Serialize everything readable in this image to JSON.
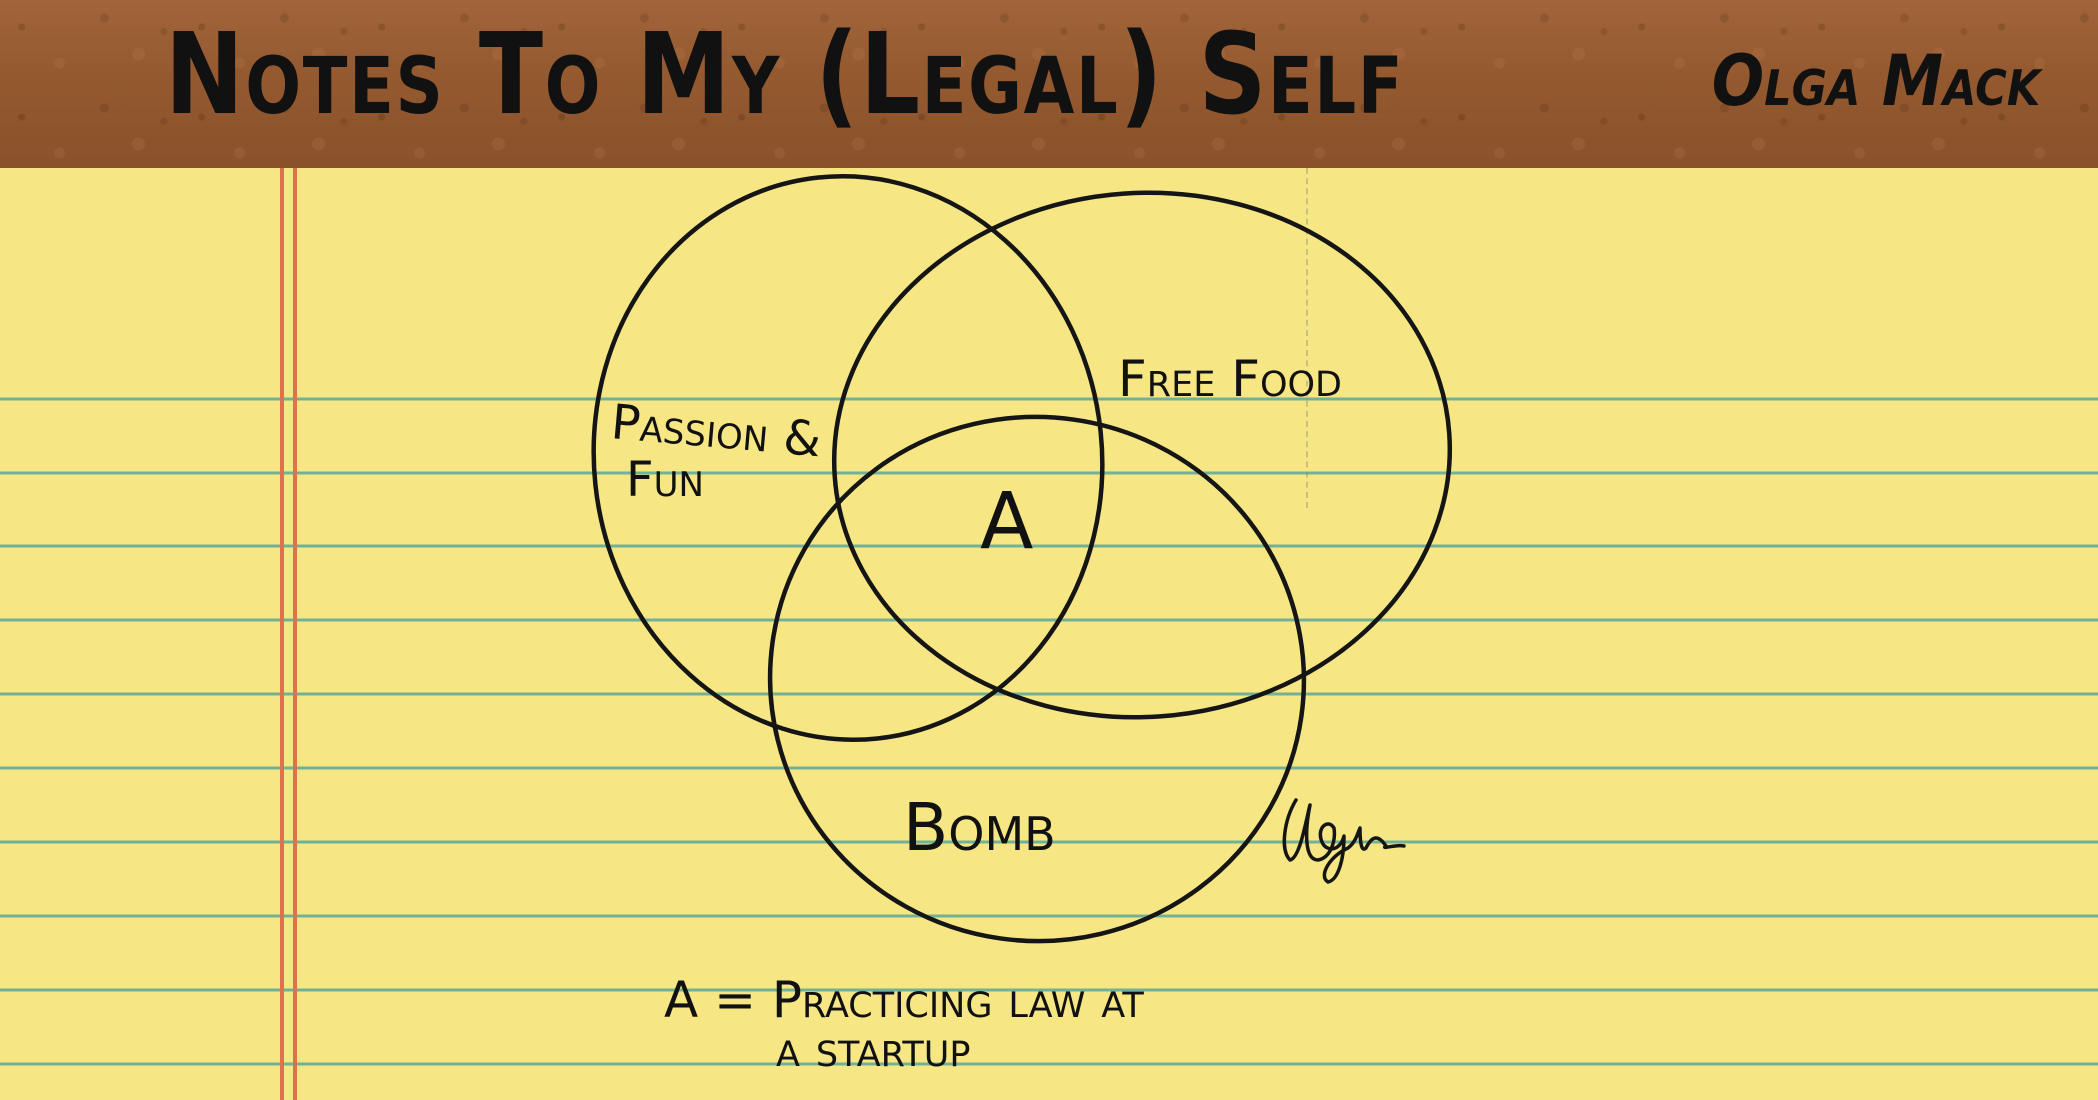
{
  "header": {
    "title": "Notes To My (Legal) Self",
    "author": "Olga Mack"
  },
  "diagram": {
    "circle_labels": {
      "left": [
        "Passion &",
        "Fun"
      ],
      "right": "Free Food",
      "bottom": "Bomb"
    },
    "intersection_label": "A",
    "legend": {
      "line1": "A = Practicing law at",
      "line2": "a startup"
    },
    "signature": "Olga"
  },
  "colors": {
    "paper": "#f6e684",
    "header_band": "#94592f",
    "rule_line": "#46a096",
    "margin_line": "#e0714f",
    "ink": "#111111"
  }
}
